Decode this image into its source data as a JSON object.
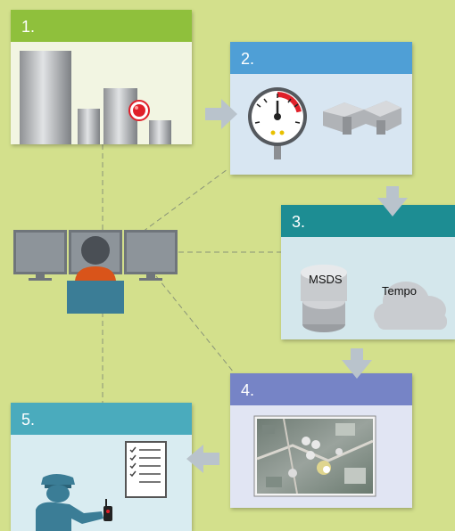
{
  "steps": [
    {
      "label": "1.",
      "color": "#8fc03c",
      "bg": "#f2f5e2"
    },
    {
      "label": "2.",
      "color": "#4f9fd6",
      "bg": "#d8e6f2"
    },
    {
      "label": "3.",
      "color": "#1d8d93",
      "bg": "#d4e7ec"
    },
    {
      "label": "4.",
      "color": "#7684c6",
      "bg": "#e1e5f3"
    },
    {
      "label": "5.",
      "color": "#4aabbd",
      "bg": "#d9ecf1"
    }
  ],
  "database_label": "MSDS",
  "cloud_label": "Tempo",
  "colors": {
    "background": "#d3e08c",
    "arrow": "#b9c3cc",
    "dashes": "#8a9478",
    "operator_shirt": "#d9541a",
    "operator_body": "#3b7d96"
  },
  "icons": [
    "tank-icon",
    "alarm-icon",
    "pressure-gauge-icon",
    "pipe-fitting-icon",
    "database-icon",
    "cloud-icon",
    "aerial-map-icon",
    "monitor-icon",
    "operator-icon",
    "guard-icon",
    "radio-icon",
    "checklist-icon"
  ]
}
